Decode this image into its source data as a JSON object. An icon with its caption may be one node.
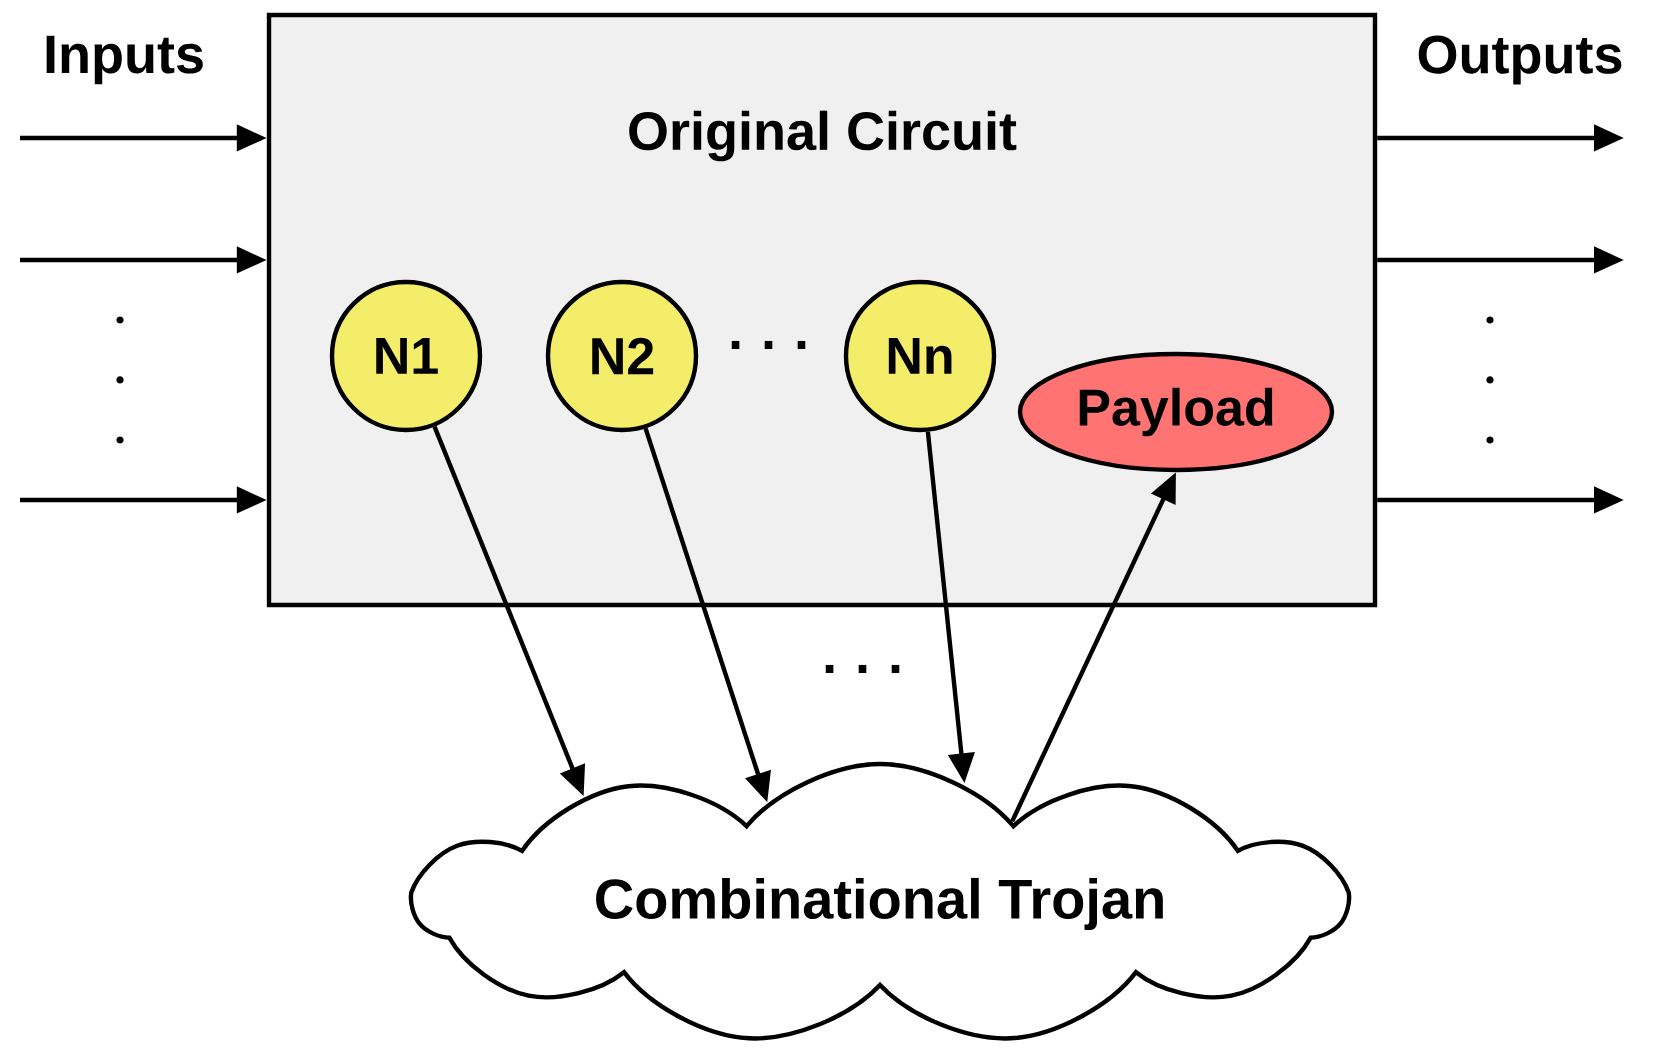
{
  "diagram": {
    "nodes": [
      {
        "text": [
          "Original Circuit"
        ]
      },
      {
        "text": [
          "N1"
        ],
        "in": 0
      },
      {
        "text": [
          "N2"
        ],
        "in": 0
      },
      {
        "text": [
          "Nn"
        ],
        "in": 0
      },
      {
        "text": [
          "Payload"
        ],
        "in": 0
      },
      {
        "text": [
          "Combinational Trojan"
        ]
      }
    ],
    "edges": [
      {
        "from": null,
        "to": 0,
        "arrow": "to"
      },
      {
        "from": null,
        "to": 0,
        "arrow": "to"
      },
      {
        "from": null,
        "to": 0,
        "arrow": "to"
      },
      {
        "from": 0,
        "to": null,
        "arrow": "to"
      },
      {
        "from": 0,
        "to": null,
        "arrow": "to"
      },
      {
        "from": 0,
        "to": null,
        "arrow": "to"
      },
      {
        "from": 1,
        "to": 5,
        "arrow": "to"
      },
      {
        "from": 2,
        "to": 5,
        "arrow": "to"
      },
      {
        "from": 3,
        "to": 5,
        "arrow": "to"
      },
      {
        "from": 5,
        "to": 4,
        "arrow": "to"
      }
    ],
    "labels": [
      "Inputs",
      "Outputs",
      "· · ·",
      "· · ·"
    ]
  }
}
